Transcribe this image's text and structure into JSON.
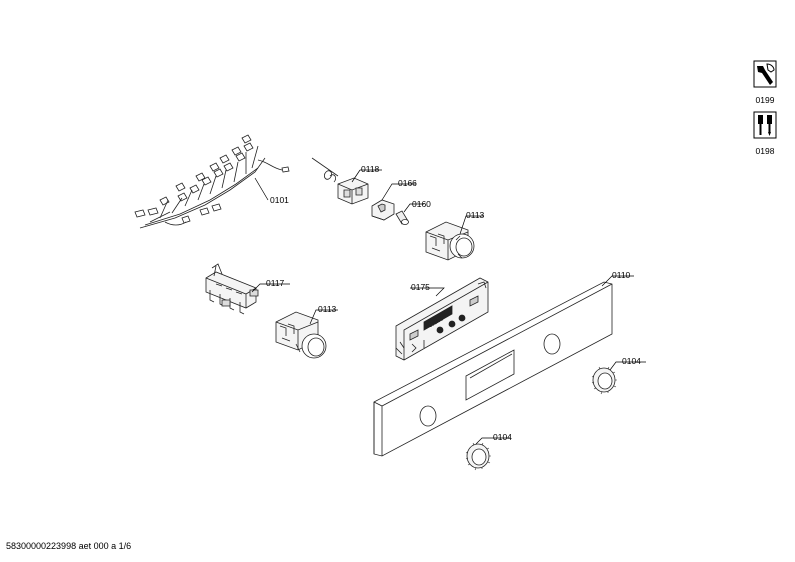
{
  "footer": {
    "doc_id": "58300000223998 aet 000 a 1/6"
  },
  "tools": [
    {
      "code": "0199",
      "icon": "wrench-icon"
    },
    {
      "code": "0198",
      "icon": "screwdrivers-icon"
    }
  ],
  "labels": {
    "p0101": "0101",
    "p0118": "0118",
    "p0166": "0166",
    "p0160": "0160",
    "p0113a": "0113",
    "p0117": "0117",
    "p0113b": "0113",
    "p0175": "0175",
    "p0110": "0110",
    "p0104a": "0104",
    "p0104b": "0104"
  }
}
